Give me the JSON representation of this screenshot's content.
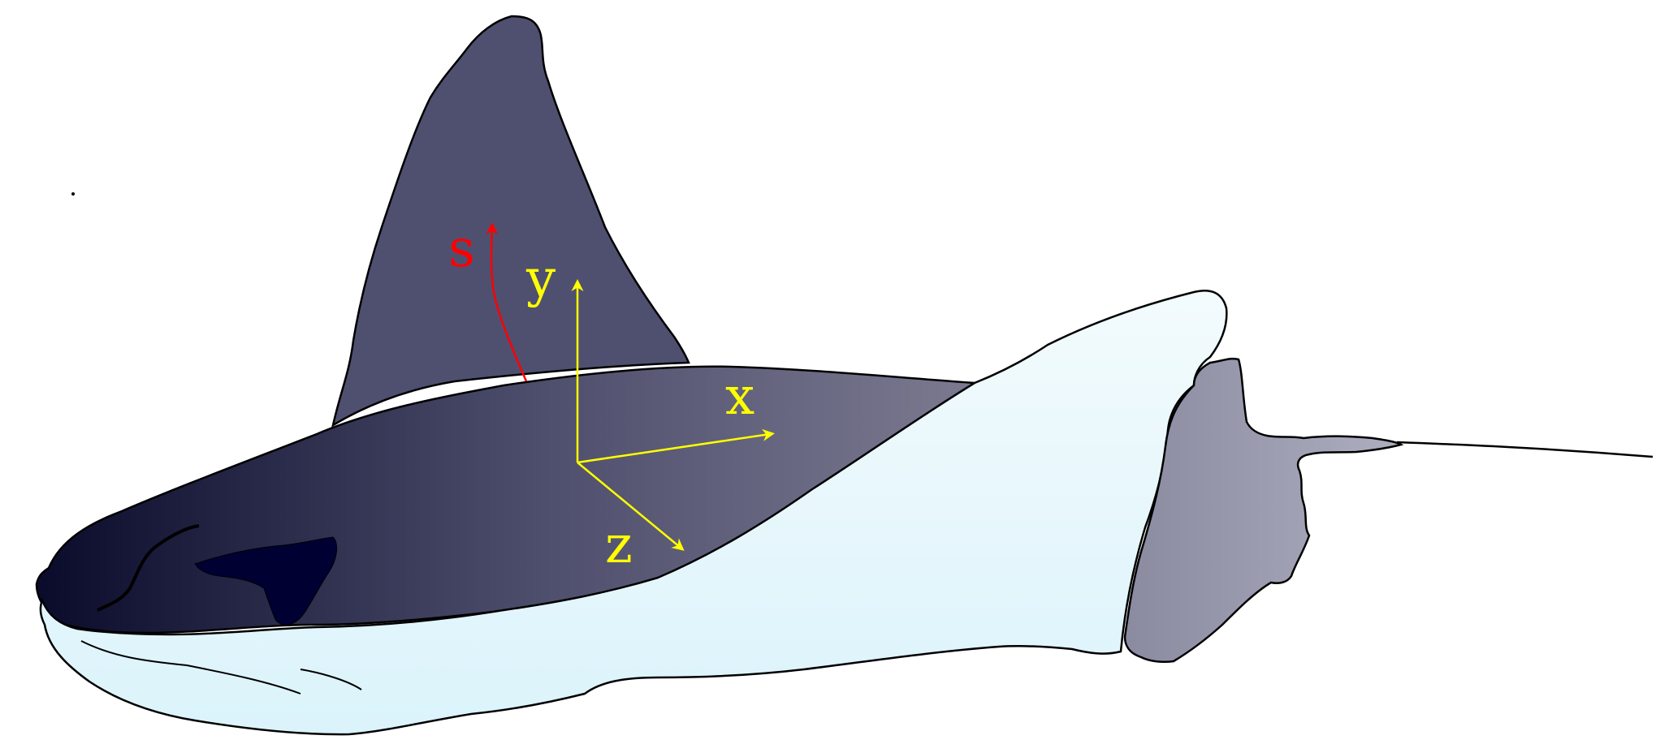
{
  "labels": {
    "s": "s",
    "x": "x",
    "y": "y",
    "z": "z"
  },
  "colors": {
    "s_axis": "#ff0000",
    "xyz_axes": "#ffff00",
    "outline": "#000000",
    "dorsal_dark": "#0a0b2a",
    "dorsal_mid": "#4f4f6e",
    "dorsal_light": "#7b7a90",
    "fin": "#4f5070",
    "belly_light": "#f3fbfd",
    "belly_tint": "#dbf3fb",
    "eye": "#000033",
    "tail_base": "#8a8aa0",
    "tail_tip": "#aeaec0"
  }
}
